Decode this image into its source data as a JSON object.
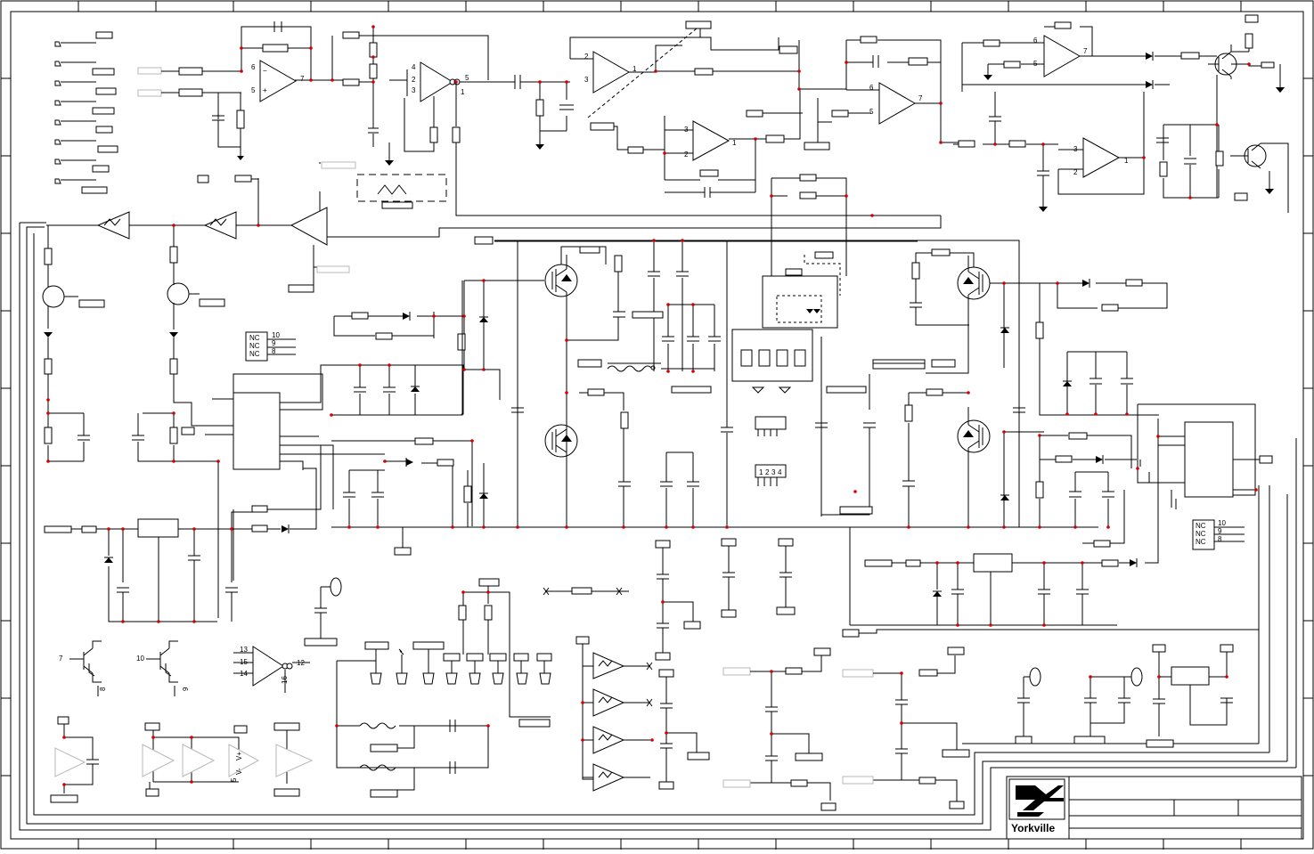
{
  "title_block": {
    "brand": "Yorkville",
    "accent_color": "#d40000",
    "logo_icon": "yorkville-logo-icon"
  },
  "pin_labels": {
    "u1_in_minus": "6",
    "u1_in_plus": "5",
    "u1_out": "7",
    "u2_a": "4",
    "u2_b": "2",
    "u2_c": "3",
    "u2_out": "5",
    "u2_d": "1",
    "u3_minus": "2",
    "u3_plus": "3",
    "u3_out": "1",
    "u4_minus": "3",
    "u4_plus": "2",
    "u4_out": "1",
    "u5_minus": "6",
    "u5_plus": "5",
    "u5_out": "7",
    "u6_minus": "6",
    "u6_plus": "5",
    "u6_out": "7",
    "u7_minus": "3",
    "u7_plus": "2",
    "u7_out": "1"
  },
  "relay_left": {
    "nc1": "NC",
    "nc2": "NC",
    "nc3": "NC",
    "p1": "10",
    "p2": "9",
    "p3": "8"
  },
  "relay_right": {
    "nc1": "NC",
    "nc2": "NC",
    "nc3": "NC",
    "p1": "10",
    "p2": "9",
    "p3": "8"
  },
  "bottom_parts": {
    "q_a_pin": "7",
    "q_a_pin2": "8",
    "q_b_pin": "10",
    "q_b_pin2": "9",
    "ic_pins": [
      "13",
      "15",
      "14",
      "12",
      "16"
    ],
    "supply_labels": [
      "V+",
      "V-",
      "5"
    ]
  },
  "connector_pins": [
    "1",
    "2",
    "3",
    "4"
  ]
}
